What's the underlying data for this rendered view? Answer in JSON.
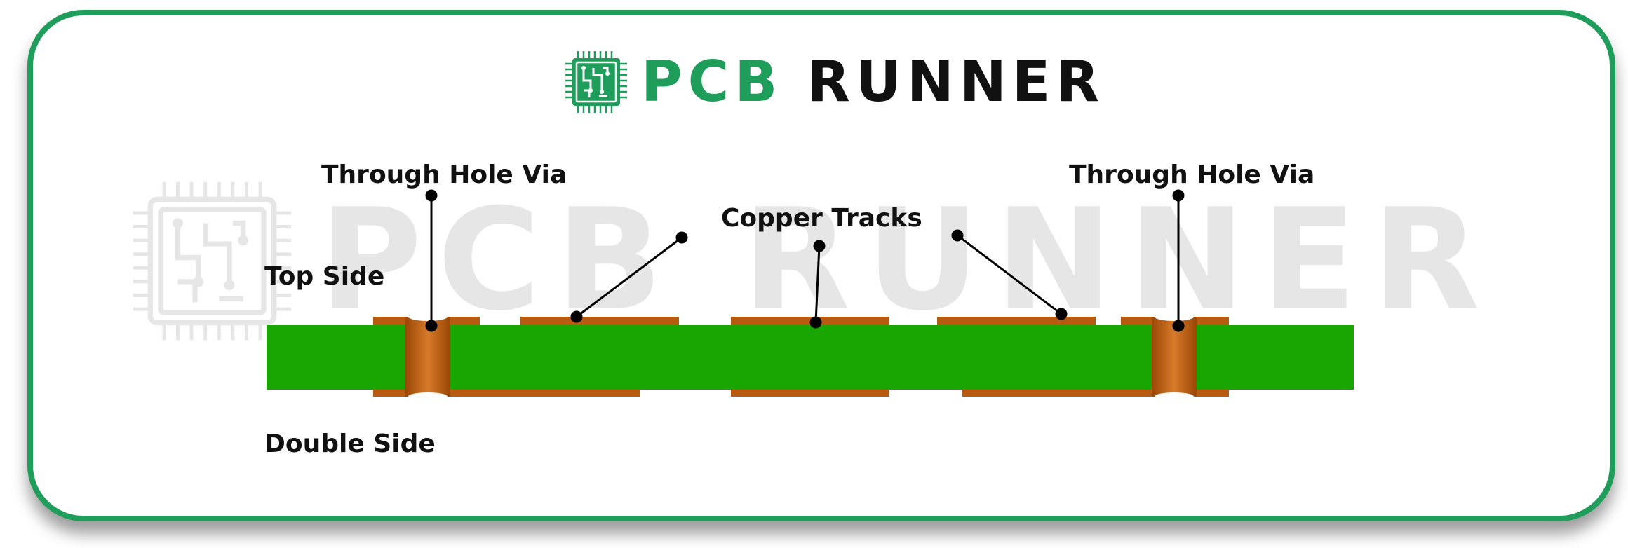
{
  "brand": {
    "name_part1": "PCB",
    "name_part2": "RUNNER",
    "icon": "circuit-chip-icon"
  },
  "watermark": {
    "text": "PCB RUNNER",
    "icon": "circuit-chip-icon"
  },
  "labels": {
    "via_left": "Through Hole Via",
    "via_right": "Through Hole Via",
    "copper_tracks": "Copper Tracks",
    "top_side": "Top Side",
    "double_side": "Double Side"
  },
  "colors": {
    "frame": "#1f9d5a",
    "brand_green": "#1f9d5a",
    "board": "#1aa600",
    "copper": "#b85a10",
    "via_barrel": "#c96a1e",
    "leader_line": "#000000",
    "watermark": "#e6e6e6"
  }
}
